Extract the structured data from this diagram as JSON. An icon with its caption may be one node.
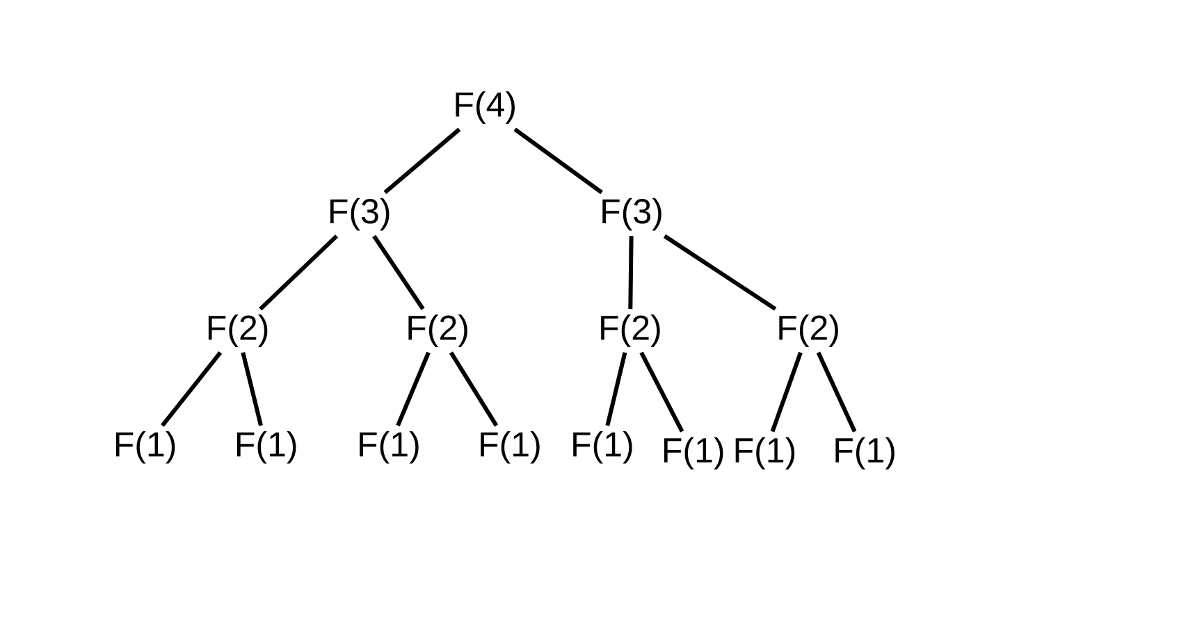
{
  "diagram": {
    "nodes": [
      {
        "text": [
          "F(4)"
        ]
      },
      {
        "text": [
          "F(3)"
        ]
      },
      {
        "text": [
          "F(3)"
        ]
      },
      {
        "text": [
          "F(2)"
        ]
      },
      {
        "text": [
          "F(2)"
        ]
      },
      {
        "text": [
          "F(2)"
        ]
      },
      {
        "text": [
          "F(2)"
        ]
      },
      {
        "text": [
          "F(1)"
        ]
      },
      {
        "text": [
          "F(1)"
        ]
      },
      {
        "text": [
          "F(1)"
        ]
      },
      {
        "text": [
          "F(1)"
        ]
      },
      {
        "text": [
          "F(1)"
        ]
      },
      {
        "text": [
          "F(1)"
        ]
      },
      {
        "text": [
          "F(1)"
        ]
      },
      {
        "text": [
          "F(1)"
        ]
      }
    ],
    "edges": [
      {
        "from": 0,
        "to": 1,
        "arrow": "none"
      },
      {
        "from": 0,
        "to": 2,
        "arrow": "none"
      },
      {
        "from": 1,
        "to": 3,
        "arrow": "none"
      },
      {
        "from": 1,
        "to": 4,
        "arrow": "none"
      },
      {
        "from": 2,
        "to": 5,
        "arrow": "none"
      },
      {
        "from": 2,
        "to": 6,
        "arrow": "none"
      },
      {
        "from": 3,
        "to": 7,
        "arrow": "none"
      },
      {
        "from": 3,
        "to": 8,
        "arrow": "none"
      },
      {
        "from": 4,
        "to": 9,
        "arrow": "none"
      },
      {
        "from": 4,
        "to": 10,
        "arrow": "none"
      },
      {
        "from": 5,
        "to": 11,
        "arrow": "none"
      },
      {
        "from": 5,
        "to": 12,
        "arrow": "none"
      },
      {
        "from": 6,
        "to": 13,
        "arrow": "none"
      },
      {
        "from": 6,
        "to": 14,
        "arrow": "none"
      }
    ]
  }
}
